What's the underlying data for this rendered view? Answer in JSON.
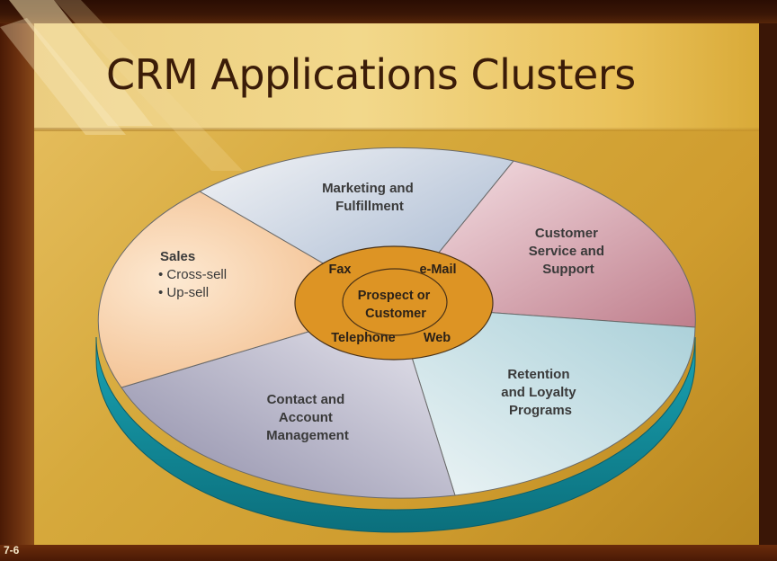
{
  "slide": {
    "title": "CRM Applications Clusters",
    "number": "7-6"
  },
  "diagram": {
    "segments": [
      {
        "title_lines": [
          "Marketing and",
          "Fulfillment"
        ]
      },
      {
        "title_lines": [
          "Customer",
          "Service and",
          "Support"
        ]
      },
      {
        "title_lines": [
          "Retention",
          "and Loyalty",
          "Programs"
        ]
      },
      {
        "title_lines": [
          "Contact and",
          "Account",
          "Management"
        ]
      },
      {
        "title": "Sales",
        "bullets": [
          "• Cross-sell",
          "• Up-sell"
        ]
      }
    ],
    "channels": [
      "Fax",
      "e-Mail",
      "Telephone",
      "Web"
    ],
    "center_lines": [
      "Prospect or",
      "Customer"
    ]
  },
  "colors": {
    "hub": "#dd9424",
    "pie_side": "#138b99",
    "title_text": "#3b1c08",
    "background": "#d6a93c"
  }
}
